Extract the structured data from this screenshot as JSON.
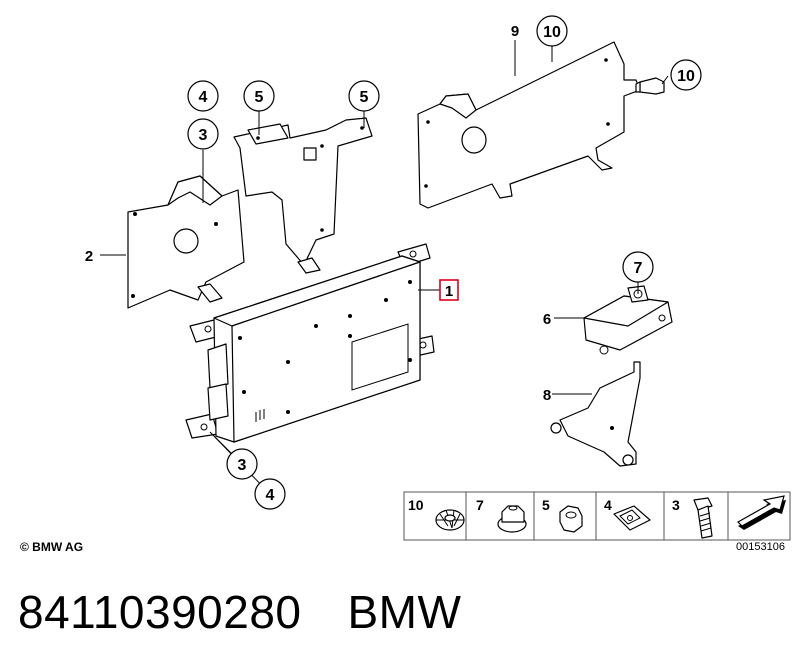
{
  "diagram": {
    "callouts": {
      "c9": "9",
      "c10_top": "10",
      "c10_right": "10",
      "c4_left": "4",
      "c3_left": "3",
      "c5_a": "5",
      "c5_b": "5",
      "c2": "2",
      "c1": "1",
      "c7": "7",
      "c6": "6",
      "c8": "8",
      "c3_bottom": "3",
      "c4_bottom": "4"
    },
    "legend": [
      "10",
      "7",
      "5",
      "4",
      "3"
    ],
    "copyright": "© BMW AG",
    "reference": "00153106"
  },
  "footer": {
    "part_number": "84110390280",
    "brand": "BMW"
  }
}
